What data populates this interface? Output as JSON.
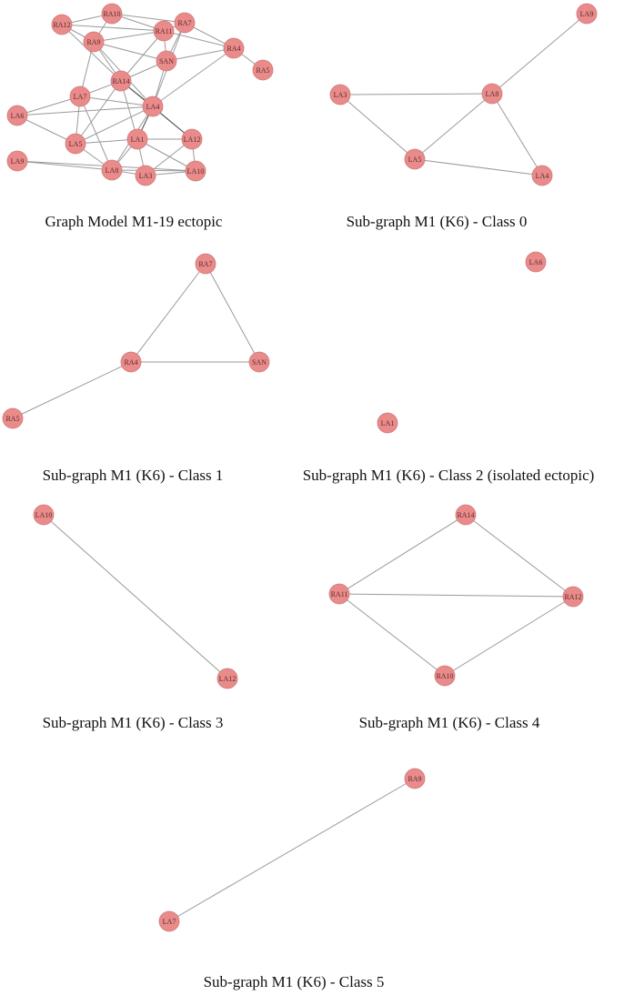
{
  "colors": {
    "node_fill": "#e98b8b",
    "node_stroke": "#d27777",
    "edge": "#9a9a9a",
    "edge_dark": "#555555",
    "label": "#5a2a2a"
  },
  "panels": [
    {
      "id": "main",
      "caption": "Graph  Model M1-19 ectopic",
      "nodes": [
        "RA10",
        "RA12",
        "RA11",
        "RA7",
        "RA9",
        "RA4",
        "SAN",
        "RA5",
        "RA14",
        "LA7",
        "LA4",
        "LA6",
        "LA1",
        "LA12",
        "LA5",
        "LA9",
        "LA8",
        "LA3",
        "LA10"
      ],
      "edges": [
        [
          "RA12",
          "RA10"
        ],
        [
          "RA12",
          "RA9"
        ],
        [
          "RA12",
          "RA11"
        ],
        [
          "RA10",
          "RA11"
        ],
        [
          "RA10",
          "RA9"
        ],
        [
          "RA10",
          "RA7"
        ],
        [
          "RA11",
          "RA7"
        ],
        [
          "RA11",
          "RA9"
        ],
        [
          "RA11",
          "SAN"
        ],
        [
          "RA11",
          "RA14"
        ],
        [
          "RA11",
          "RA4"
        ],
        [
          "RA7",
          "RA4"
        ],
        [
          "RA7",
          "SAN"
        ],
        [
          "RA7",
          "LA4"
        ],
        [
          "RA4",
          "RA5"
        ],
        [
          "RA4",
          "SAN"
        ],
        [
          "RA4",
          "LA4"
        ],
        [
          "RA9",
          "RA14"
        ],
        [
          "RA9",
          "LA7"
        ],
        [
          "RA9",
          "SAN"
        ],
        [
          "RA12",
          "RA14"
        ],
        [
          "RA14",
          "SAN"
        ],
        [
          "RA14",
          "LA7"
        ],
        [
          "RA14",
          "LA1"
        ],
        [
          "RA14",
          "LA5"
        ],
        [
          "SAN",
          "LA4"
        ],
        [
          "LA7",
          "LA6"
        ],
        [
          "LA7",
          "LA4"
        ],
        [
          "LA7",
          "LA5"
        ],
        [
          "LA7",
          "LA8"
        ],
        [
          "LA6",
          "LA4"
        ],
        [
          "LA6",
          "LA5"
        ],
        [
          "LA4",
          "LA1"
        ],
        [
          "LA4",
          "LA5"
        ],
        [
          "LA4",
          "LA8"
        ],
        [
          "LA4",
          "LA12"
        ],
        [
          "LA5",
          "LA1"
        ],
        [
          "LA5",
          "LA8"
        ],
        [
          "LA1",
          "LA12"
        ],
        [
          "LA1",
          "LA8"
        ],
        [
          "LA1",
          "LA3"
        ],
        [
          "LA1",
          "LA10"
        ],
        [
          "LA12",
          "LA10"
        ],
        [
          "LA12",
          "LA3"
        ],
        [
          "LA8",
          "LA3"
        ],
        [
          "LA3",
          "LA10"
        ],
        [
          "LA9",
          "LA10"
        ],
        [
          "LA9",
          "LA8"
        ],
        [
          "LA8",
          "LA10"
        ],
        [
          "RA9",
          "LA4"
        ]
      ],
      "dark_edges": [
        [
          "RA14",
          "LA4"
        ],
        [
          "RA14",
          "LA12"
        ],
        [
          "LA1",
          "LA4"
        ]
      ]
    },
    {
      "id": "class0",
      "caption": "Sub-graph M1 (K6) - Class 0",
      "nodes": [
        "LA9",
        "LA3",
        "LA8",
        "LA5",
        "LA4"
      ],
      "edges": [
        [
          "LA9",
          "LA8"
        ],
        [
          "LA3",
          "LA8"
        ],
        [
          "LA3",
          "LA5"
        ],
        [
          "LA8",
          "LA5"
        ],
        [
          "LA8",
          "LA4"
        ],
        [
          "LA5",
          "LA4"
        ]
      ]
    },
    {
      "id": "class1",
      "caption": "Sub-graph M1 (K6) - Class 1",
      "nodes": [
        "RA7",
        "RA4",
        "SAN",
        "RA5"
      ],
      "edges": [
        [
          "RA7",
          "RA4"
        ],
        [
          "RA7",
          "SAN"
        ],
        [
          "RA4",
          "SAN"
        ],
        [
          "RA4",
          "RA5"
        ]
      ]
    },
    {
      "id": "class2",
      "caption": "Sub-graph M1 (K6) - Class 2 (isolated ectopic)",
      "nodes": [
        "LA6",
        "LA1"
      ],
      "edges": []
    },
    {
      "id": "class3",
      "caption": "Sub-graph M1 (K6) - Class 3",
      "nodes": [
        "LA10",
        "LA12"
      ],
      "edges": [
        [
          "LA10",
          "LA12"
        ]
      ]
    },
    {
      "id": "class4",
      "caption": "Sub-graph M1 (K6) - Class 4",
      "nodes": [
        "RA14",
        "RA11",
        "RA12",
        "RA10"
      ],
      "edges": [
        [
          "RA14",
          "RA11"
        ],
        [
          "RA14",
          "RA12"
        ],
        [
          "RA11",
          "RA12"
        ],
        [
          "RA11",
          "RA10"
        ],
        [
          "RA10",
          "RA12"
        ]
      ]
    },
    {
      "id": "class5",
      "caption": "Sub-graph M1 (K6) - Class 5",
      "nodes": [
        "RA9",
        "LA7"
      ],
      "edges": [
        [
          "RA9",
          "LA7"
        ]
      ]
    }
  ]
}
